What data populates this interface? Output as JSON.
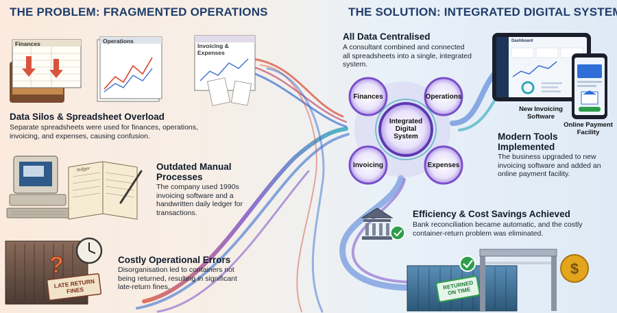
{
  "problem": {
    "heading": "THE PROBLEM: FRAGMENTED OPERATIONS",
    "items": [
      {
        "title": "Data Silos & Spreadsheet Overload",
        "desc": "Separate spreadsheets were used for finances, operations, invoicing, and expenses, causing confusion.",
        "sheet_labels": [
          "Finances",
          "Operations",
          "Invoicing & Expenses"
        ]
      },
      {
        "title": "Outdated Manual Processes",
        "desc": "The company used 1990s invoicing software and a handwritten daily ledger for transactions.",
        "ledger_label": "ledger"
      },
      {
        "title": "Costly Operational Errors",
        "desc": "Disorganisation led to containers not being returned, resulting in significant late-return fines.",
        "sign_text": "LATE RETURN FINES"
      }
    ]
  },
  "solution": {
    "heading": "THE SOLUTION: INTEGRATED DIGITAL SYSTEMS",
    "centralised": {
      "title": "All Data Centralised",
      "desc": "A consultant combined and connected all spreadsheets into a single, integrated system."
    },
    "hub": {
      "center": "Integrated Digital System",
      "nodes": [
        "Finances",
        "Operations",
        "Invoicing",
        "Expenses"
      ]
    },
    "tools": {
      "title": "Modern Tools Implemented",
      "desc": "The business upgraded to new invoicing software and added an online payment facility.",
      "software_label": "New Invoicing Software",
      "payment_label": "Online Payment Facility",
      "dashboard_title": "Dashboard"
    },
    "efficiency": {
      "title": "Efficiency & Cost Savings Achieved",
      "desc": "Bank reconciliation became automatic, and the costly container-return problem was eliminated.",
      "stamp": "RETURNED ON TIME"
    }
  },
  "colors": {
    "heading": "#1f3d6b",
    "hub_purple": "#7a4fc9",
    "hub_teal": "#2aa7b8",
    "stream_blue": "#3b6fd1",
    "stream_red": "#d9543c",
    "check_green": "#2e9e4a",
    "coin_gold": "#e2a51c"
  }
}
